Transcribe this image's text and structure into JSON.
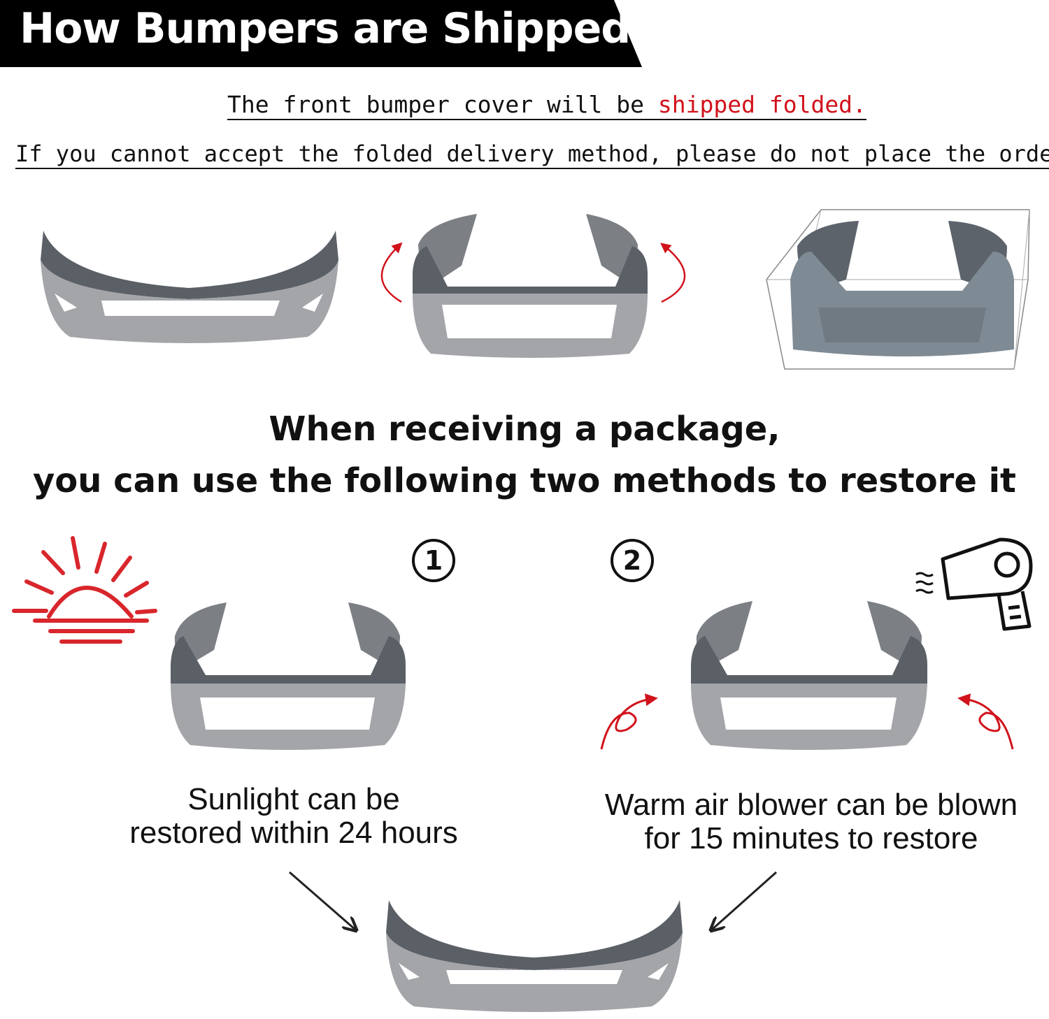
{
  "header": {
    "title": "How Bumpers are Shipped"
  },
  "notice": {
    "line1_prefix": "The front bumper cover will be ",
    "line1_highlight": "shipped folded.",
    "line2": "If you cannot accept the folded delivery method, please do not place the order."
  },
  "headline": {
    "line1": "When receiving a package,",
    "line2": "you can use the following two methods to restore it"
  },
  "methods": [
    {
      "number": "1",
      "icon": "sun-icon",
      "caption_line1": "Sunlight can be",
      "caption_line2": "restored within 24 hours"
    },
    {
      "number": "2",
      "icon": "hair-dryer-icon",
      "caption_line1": "Warm air blower can be blown",
      "caption_line2": "for 15 minutes to restore"
    }
  ],
  "colors": {
    "banner": "#000000",
    "accent_red": "#d1121b",
    "bumper_dark": "#5b5f66",
    "bumper_light": "#a3a5a9",
    "box_bumper": "#7f8b94"
  }
}
